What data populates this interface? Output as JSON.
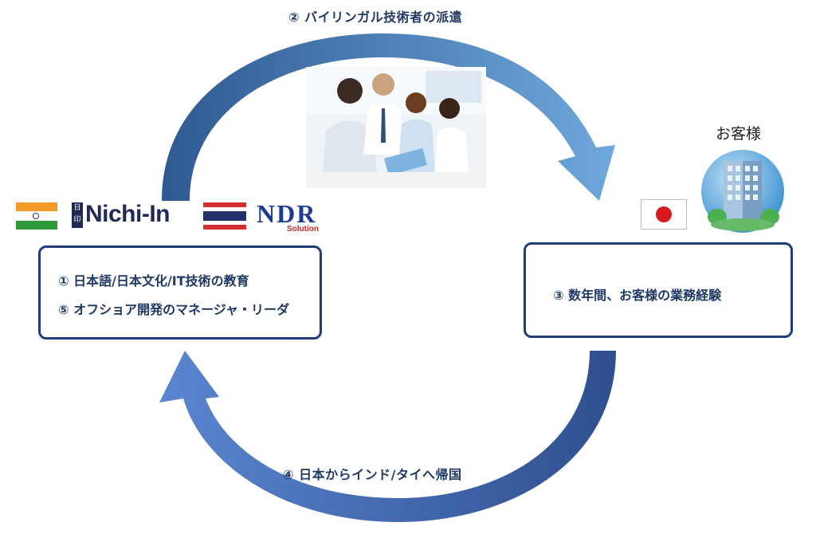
{
  "steps": {
    "step2": "② バイリンガル技術者の派遣",
    "step4": "④ 日本からインド/タイへ帰国"
  },
  "left_box": {
    "line1": "① 日本語/日本文化/IT技術の教育",
    "line5": "⑤ オフショア開発のマネージャ・リーダ"
  },
  "right_box": {
    "line3": "③ 数年間、お客様の業務経験"
  },
  "customer_label": "お客様",
  "logos": {
    "nichiin_small": "日印",
    "nichiin": "Nichi-In",
    "ndr": "NDR",
    "ndr_sub": "Solution"
  },
  "icons": [
    "india-flag-icon",
    "thailand-flag-icon",
    "japan-flag-icon",
    "building-icon"
  ],
  "colors": {
    "box_border": "#1f3d7a",
    "text": "#1f3864",
    "arc_dark": "#2f5597",
    "arc_light": "#5b9bd5"
  }
}
